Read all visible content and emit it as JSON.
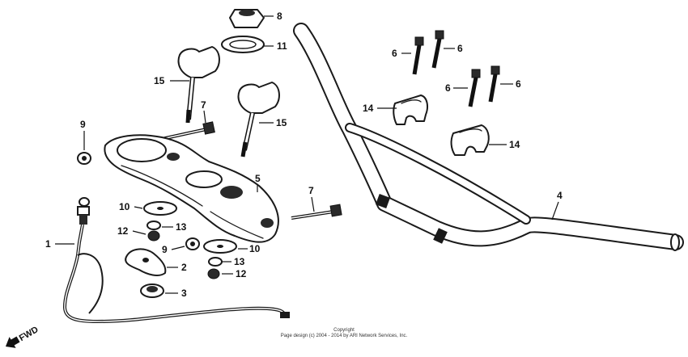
{
  "callouts": {
    "c1": "1",
    "c2": "2",
    "c3": "3",
    "c4": "4",
    "c5": "5",
    "c6a": "6",
    "c6b": "6",
    "c6c": "6",
    "c6d": "6",
    "c7a": "7",
    "c7b": "7",
    "c8": "8",
    "c9a": "9",
    "c9b": "9",
    "c10a": "10",
    "c10b": "10",
    "c11": "11",
    "c12a": "12",
    "c12b": "12",
    "c13a": "13",
    "c13b": "13",
    "c14a": "14",
    "c14b": "14",
    "c15a": "15",
    "c15b": "15"
  },
  "direction_label": "FWD",
  "footer": {
    "line1": "Copyright",
    "line2": "Page design (c) 2004 - 2014 by ARI Network Services, Inc."
  },
  "colors": {
    "ink": "#1a1a1a",
    "background": "#ffffff"
  }
}
